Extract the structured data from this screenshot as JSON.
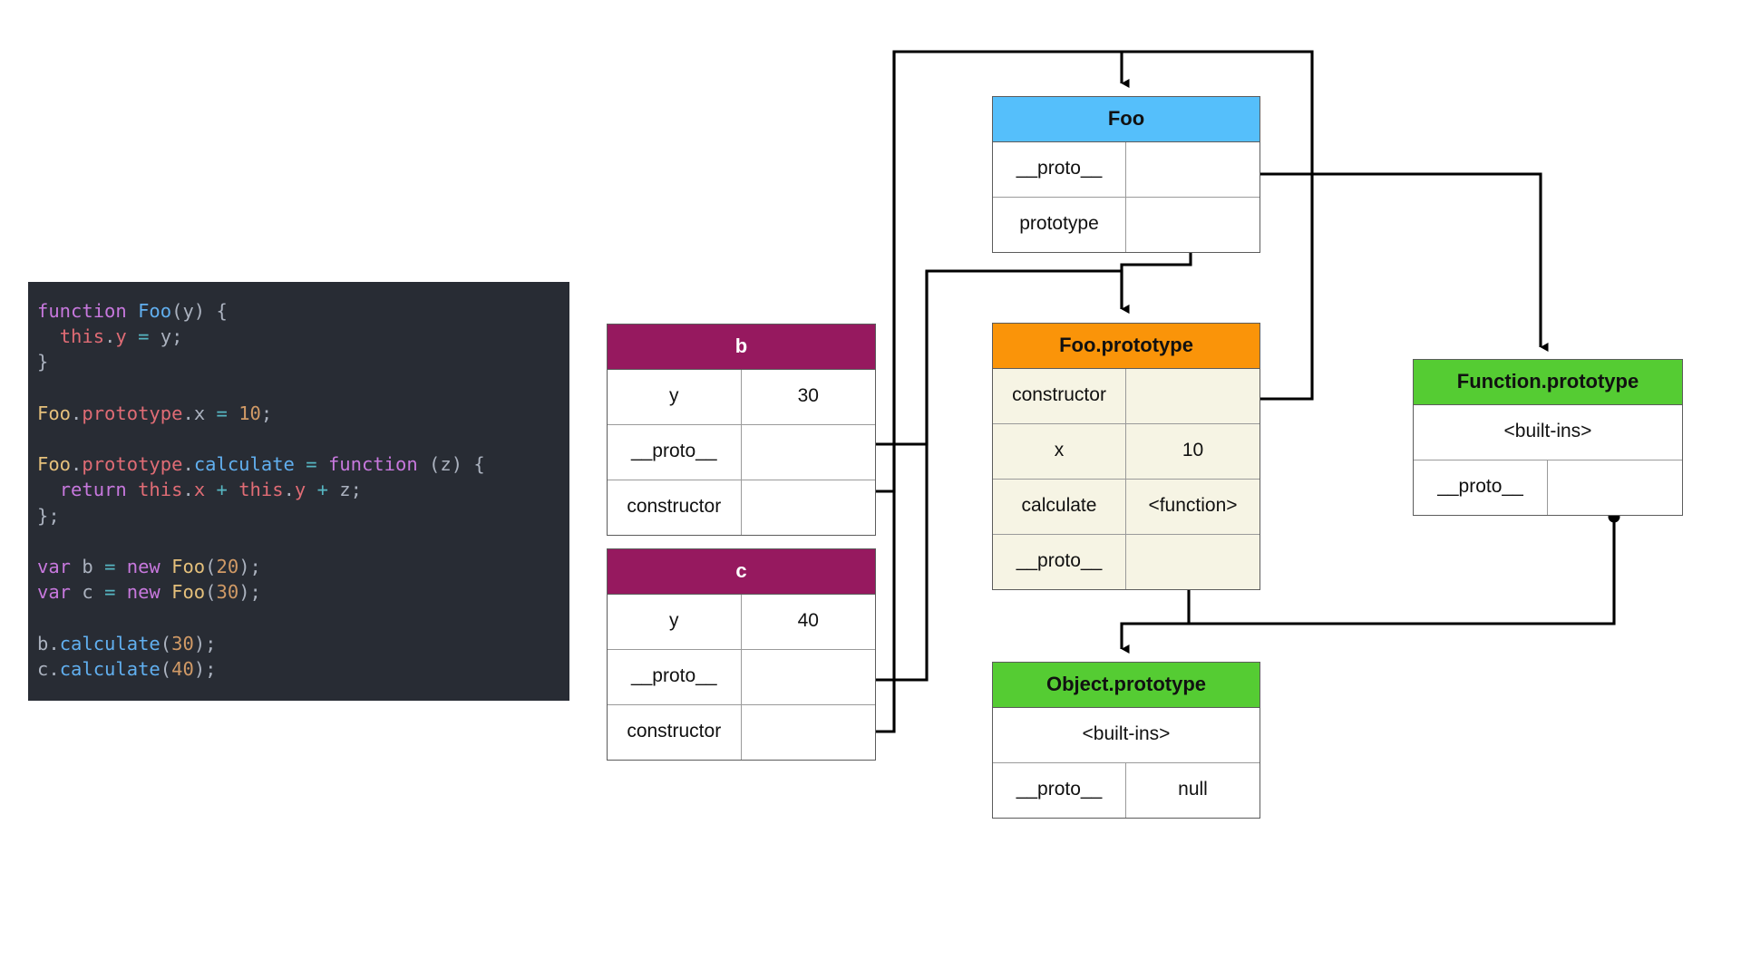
{
  "code": {
    "language": "javascript",
    "lines": [
      [
        {
          "t": "function ",
          "c": "kw"
        },
        {
          "t": "Foo",
          "c": "fn"
        },
        {
          "t": "(y) {",
          "c": "punc"
        }
      ],
      [
        {
          "t": "  ",
          "c": "punc"
        },
        {
          "t": "this",
          "c": "this"
        },
        {
          "t": ".",
          "c": "punc"
        },
        {
          "t": "y",
          "c": "pk"
        },
        {
          "t": " = ",
          "c": "op"
        },
        {
          "t": "y;",
          "c": "punc"
        }
      ],
      [
        {
          "t": "}",
          "c": "punc"
        }
      ],
      [],
      [
        {
          "t": "Foo",
          "c": "prop"
        },
        {
          "t": ".",
          "c": "punc"
        },
        {
          "t": "prototype",
          "c": "pk"
        },
        {
          "t": ".",
          "c": "punc"
        },
        {
          "t": "x",
          "c": "punc"
        },
        {
          "t": " = ",
          "c": "op"
        },
        {
          "t": "10",
          "c": "num"
        },
        {
          "t": ";",
          "c": "punc"
        }
      ],
      [],
      [
        {
          "t": "Foo",
          "c": "prop"
        },
        {
          "t": ".",
          "c": "punc"
        },
        {
          "t": "prototype",
          "c": "pk"
        },
        {
          "t": ".",
          "c": "punc"
        },
        {
          "t": "calculate",
          "c": "fn"
        },
        {
          "t": " = ",
          "c": "op"
        },
        {
          "t": "function",
          "c": "kw"
        },
        {
          "t": " (z) {",
          "c": "punc"
        }
      ],
      [
        {
          "t": "  ",
          "c": "punc"
        },
        {
          "t": "return",
          "c": "kw"
        },
        {
          "t": " ",
          "c": "punc"
        },
        {
          "t": "this",
          "c": "this"
        },
        {
          "t": ".",
          "c": "punc"
        },
        {
          "t": "x",
          "c": "pk"
        },
        {
          "t": " + ",
          "c": "op"
        },
        {
          "t": "this",
          "c": "this"
        },
        {
          "t": ".",
          "c": "punc"
        },
        {
          "t": "y",
          "c": "pk"
        },
        {
          "t": " + ",
          "c": "op"
        },
        {
          "t": "z;",
          "c": "punc"
        }
      ],
      [
        {
          "t": "};",
          "c": "punc"
        }
      ],
      [],
      [
        {
          "t": "var",
          "c": "kw"
        },
        {
          "t": " b ",
          "c": "var"
        },
        {
          "t": "=",
          "c": "op"
        },
        {
          "t": " ",
          "c": "punc"
        },
        {
          "t": "new",
          "c": "kw"
        },
        {
          "t": " ",
          "c": "punc"
        },
        {
          "t": "Foo",
          "c": "prop"
        },
        {
          "t": "(",
          "c": "punc"
        },
        {
          "t": "20",
          "c": "num"
        },
        {
          "t": ");",
          "c": "punc"
        }
      ],
      [
        {
          "t": "var",
          "c": "kw"
        },
        {
          "t": " c ",
          "c": "var"
        },
        {
          "t": "=",
          "c": "op"
        },
        {
          "t": " ",
          "c": "punc"
        },
        {
          "t": "new",
          "c": "kw"
        },
        {
          "t": " ",
          "c": "punc"
        },
        {
          "t": "Foo",
          "c": "prop"
        },
        {
          "t": "(",
          "c": "punc"
        },
        {
          "t": "30",
          "c": "num"
        },
        {
          "t": ");",
          "c": "punc"
        }
      ],
      [],
      [
        {
          "t": "b",
          "c": "var"
        },
        {
          "t": ".",
          "c": "punc"
        },
        {
          "t": "calculate",
          "c": "fn"
        },
        {
          "t": "(",
          "c": "punc"
        },
        {
          "t": "30",
          "c": "num"
        },
        {
          "t": ");",
          "c": "punc"
        }
      ],
      [
        {
          "t": "c",
          "c": "var"
        },
        {
          "t": ".",
          "c": "punc"
        },
        {
          "t": "calculate",
          "c": "fn"
        },
        {
          "t": "(",
          "c": "punc"
        },
        {
          "t": "40",
          "c": "num"
        },
        {
          "t": ");",
          "c": "punc"
        }
      ]
    ]
  },
  "colors": {
    "magenta": "#96195F",
    "blue": "#55BFFB",
    "orange": "#FA9409",
    "green": "#55CC33",
    "cream": "#F6F4E4",
    "code_bg": "#282C34",
    "wire": "#000000"
  },
  "boxes": {
    "b": {
      "title": "b",
      "rows": [
        {
          "key": "y",
          "value": "30"
        },
        {
          "key": "__proto__",
          "value": ""
        },
        {
          "key": "constructor",
          "value": ""
        }
      ]
    },
    "c": {
      "title": "c",
      "rows": [
        {
          "key": "y",
          "value": "40"
        },
        {
          "key": "__proto__",
          "value": ""
        },
        {
          "key": "constructor",
          "value": ""
        }
      ]
    },
    "foo": {
      "title": "Foo",
      "rows": [
        {
          "key": "__proto__",
          "value": ""
        },
        {
          "key": "prototype",
          "value": ""
        }
      ]
    },
    "foo_prototype": {
      "title": "Foo.prototype",
      "rows": [
        {
          "key": "constructor",
          "value": ""
        },
        {
          "key": "x",
          "value": "10"
        },
        {
          "key": "calculate",
          "value": "<function>"
        },
        {
          "key": "__proto__",
          "value": ""
        }
      ]
    },
    "function_prototype": {
      "title": "Function.prototype",
      "builtins": "<built-ins>",
      "rows": [
        {
          "key": "__proto__",
          "value": ""
        }
      ]
    },
    "object_prototype": {
      "title": "Object.prototype",
      "builtins": "<built-ins>",
      "rows": [
        {
          "key": "__proto__",
          "value": "null"
        }
      ]
    }
  }
}
